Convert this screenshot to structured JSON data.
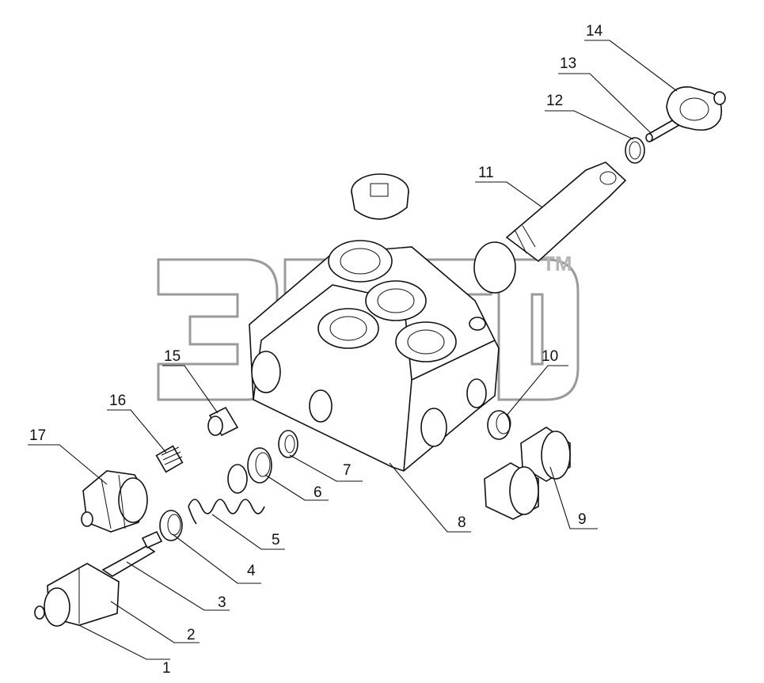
{
  "watermark": {
    "mark": "TM"
  },
  "labels": [
    {
      "id": "1",
      "text": "1"
    },
    {
      "id": "2",
      "text": "2"
    },
    {
      "id": "3",
      "text": "3"
    },
    {
      "id": "4",
      "text": "4"
    },
    {
      "id": "5",
      "text": "5"
    },
    {
      "id": "6",
      "text": "6"
    },
    {
      "id": "7",
      "text": "7"
    },
    {
      "id": "8",
      "text": "8"
    },
    {
      "id": "9",
      "text": "9"
    },
    {
      "id": "10",
      "text": "10"
    },
    {
      "id": "11",
      "text": "11"
    },
    {
      "id": "12",
      "text": "12"
    },
    {
      "id": "13",
      "text": "13"
    },
    {
      "id": "14",
      "text": "14"
    },
    {
      "id": "15",
      "text": "15"
    },
    {
      "id": "16",
      "text": "16"
    },
    {
      "id": "17",
      "text": "17"
    }
  ]
}
